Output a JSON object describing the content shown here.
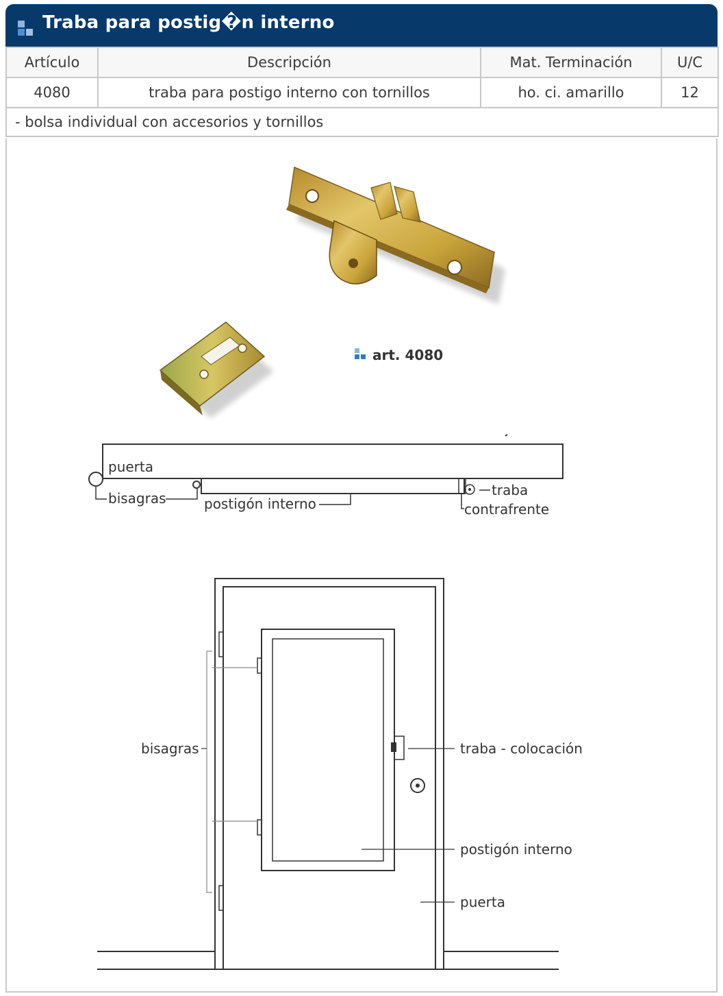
{
  "header": {
    "title": "Traba para postig�n interno"
  },
  "table": {
    "headers": [
      "Artículo",
      "Descripción",
      "Mat. Terminación",
      "U/C"
    ],
    "row": [
      "4080",
      "traba para postigo interno con tornillos",
      "ho. ci. amarillo",
      "12"
    ],
    "note": "- bolsa individual con accesorios y tornillos"
  },
  "figure": {
    "caption": "art. 4080",
    "top_diagram": {
      "puerta": "puerta",
      "bisagras": "bisagras",
      "postigon": "postigón interno",
      "traba": "traba",
      "contrafrente": "contrafrente"
    },
    "door_diagram": {
      "bisagras": "bisagras",
      "traba": "traba - colocación",
      "postigon": "postigón interno",
      "puerta": "puerta"
    }
  },
  "colors": {
    "header_bg": "#07396b",
    "accent": "#2f7dc6",
    "border": "#c8c8c8",
    "brass": "#c9a43a"
  }
}
